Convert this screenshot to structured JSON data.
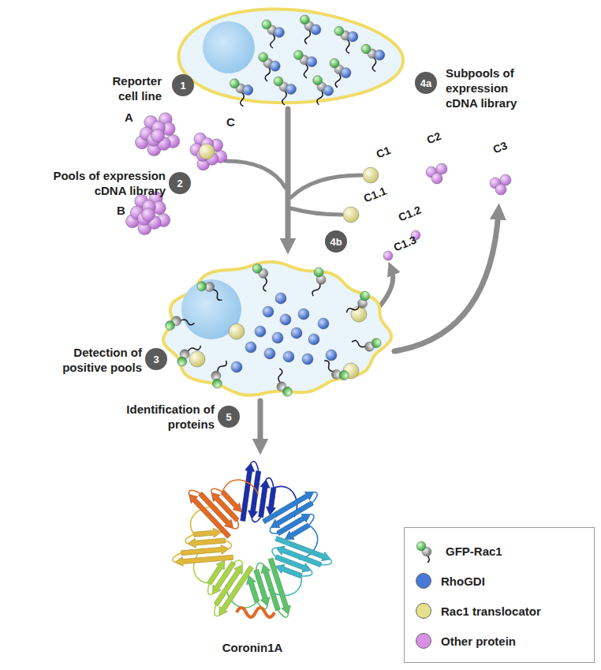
{
  "diagram": {
    "nodes": [
      {
        "text": [
          "1"
        ]
      },
      {
        "text": [
          "2"
        ]
      },
      {
        "text": [
          "4a"
        ]
      },
      {
        "text": [
          "4b"
        ]
      },
      {
        "text": [
          "3"
        ]
      },
      {
        "text": [
          "5"
        ]
      }
    ],
    "labels": [
      "Reporter cell line",
      "A",
      "C",
      "Pools of expression cDNA library",
      "B",
      "Subpools of expression cDNA library",
      "C1",
      "C2",
      "C3",
      "C1.1",
      "C1.2",
      "C1.3",
      "Detection of positive pools",
      "Identification of proteins",
      "Coronin1A"
    ],
    "legend": [
      {
        "text": "GFP-Rac1"
      },
      {
        "text": "RhoGDI",
        "color": "#4a78d8"
      },
      {
        "text": "Rac1 translocator",
        "color": "#e4e08c"
      },
      {
        "text": "Other protein",
        "color": "#d88fe6"
      }
    ]
  }
}
